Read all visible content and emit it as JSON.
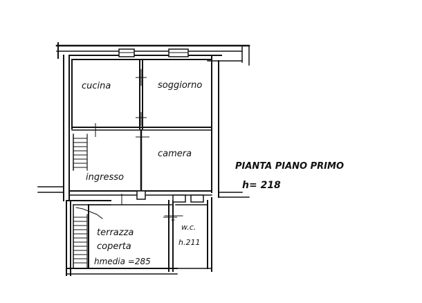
{
  "plan": {
    "title": "PIANTA PIANO PRIMO",
    "height_note": "h= 218",
    "rooms": [
      {
        "id": "cucina",
        "label": "cucina"
      },
      {
        "id": "soggiorno",
        "label": "soggiorno"
      },
      {
        "id": "ingresso",
        "label": "ingresso"
      },
      {
        "id": "camera",
        "label": "camera"
      },
      {
        "id": "terrazza",
        "label": "terrazza",
        "line2": "coperta",
        "line3": "hmedia =285"
      },
      {
        "id": "wc",
        "label": "w.c.",
        "line2": "h.211"
      }
    ]
  },
  "colors": {
    "ink": "#111111",
    "paper": "#ffffff"
  }
}
